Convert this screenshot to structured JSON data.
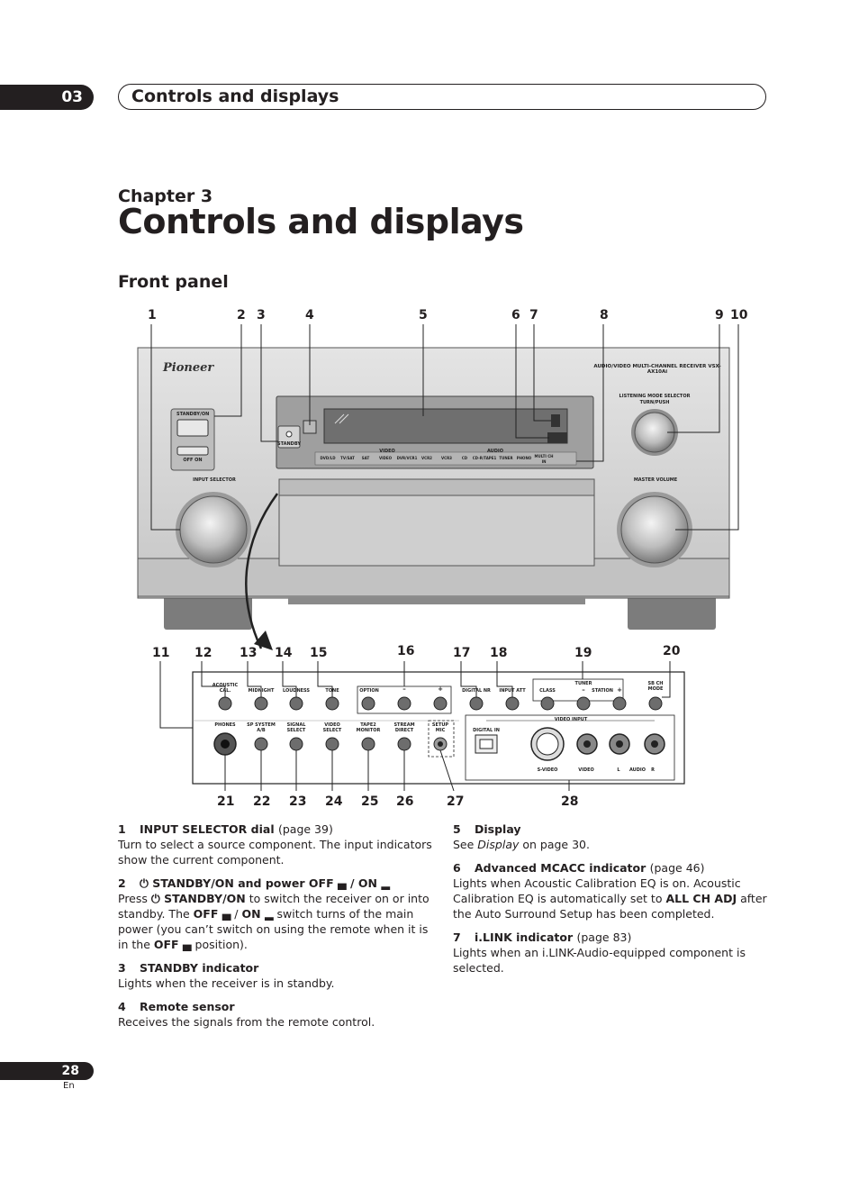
{
  "header": {
    "chapter_number": "03",
    "chapter_title": "Controls and displays"
  },
  "chapter_label": "Chapter 3",
  "page_title": "Controls and displays",
  "section_title": "Front panel",
  "figure": {
    "brand": "Pioneer",
    "model_text": "AUDIO/VIDEO MULTI-CHANNEL RECEIVER VSX-AX10Ai",
    "top_callouts": [
      "1",
      "2",
      "3",
      "4",
      "5",
      "6",
      "7",
      "8",
      "9",
      "10"
    ],
    "mid_callouts": [
      "11",
      "12",
      "13",
      "14",
      "15",
      "16",
      "17",
      "18",
      "19",
      "20"
    ],
    "bottom_callouts": [
      "21",
      "22",
      "23",
      "24",
      "25",
      "26",
      "27",
      "28"
    ],
    "labels": {
      "standby_on": "STANDBY/ON",
      "off_on": "OFF    ON",
      "standby": "STANDBY",
      "input_selector": "INPUT SELECTOR",
      "listening_mode_selector": "LISTENING MODE SELECTOR",
      "turn_push": "TURN/PUSH",
      "master_volume": "MASTER VOLUME",
      "video_group": "VIDEO",
      "audio_group": "AUDIO",
      "input_indicators": [
        "DVD/LD",
        "TV/SAT",
        "SAT",
        "VIDEO",
        "DVR/VCR1",
        "VCR2",
        "VCR3",
        "CD",
        "CD-R/TAPE1",
        "TUNER",
        "PHONO",
        "MULTI CH IN"
      ],
      "acoustic_cal": "ACOUSTIC CAL.",
      "midnight": "MIDNIGHT",
      "loudness": "LOUDNESS",
      "tone": "TONE",
      "option": "OPTION",
      "minus": "–",
      "plus": "+",
      "digital_nr": "DIGITAL NR",
      "input_att": "INPUT ATT",
      "tuner": "TUNER",
      "class": "CLASS",
      "station": "STATION",
      "sbch_mode": "SB CH MODE",
      "phones": "PHONES",
      "sp_system": "SP SYSTEM A/B",
      "signal_select": "SIGNAL SELECT",
      "video_select": "VIDEO SELECT",
      "tape2_monitor": "TAPE2 MONITOR",
      "stream_direct": "STREAM DIRECT",
      "setup_mic": "SETUP MIC",
      "video_input": "VIDEO INPUT",
      "digital_in": "DIGITAL IN",
      "s_video": "S-VIDEO",
      "video": "VIDEO",
      "l": "L",
      "audio": "AUDIO",
      "r": "R"
    }
  },
  "left_items": [
    {
      "num": "1",
      "title": "INPUT SELECTOR dial",
      "ref": "(page 39)",
      "body": "Turn to select a source component. The input indicators show the current component."
    },
    {
      "num": "2",
      "title_parts": [
        "⏻ STANDBY/ON and power OFF ",
        "▄",
        " / ON ",
        "▂"
      ],
      "body_parts": [
        "Press ",
        "⏻ STANDBY/ON",
        " to switch the receiver on or into standby. The ",
        "OFF ▄",
        " / ",
        "ON ▂",
        " switch turns of the main power (you can’t switch on using the remote when it is in the ",
        "OFF ▄",
        " position)."
      ]
    },
    {
      "num": "3",
      "title": "STANDBY indicator",
      "body": "Lights when the receiver is in standby."
    },
    {
      "num": "4",
      "title": "Remote sensor",
      "body": "Receives the signals from the remote control."
    }
  ],
  "right_items": [
    {
      "num": "5",
      "title": "Display",
      "body_parts": [
        "See ",
        "Display",
        " on page 30."
      ]
    },
    {
      "num": "6",
      "title": "Advanced MCACC indicator",
      "ref": "(page 46)",
      "body_parts": [
        "Lights when Acoustic Calibration EQ is on. Acoustic Calibration EQ is automatically set to ",
        "ALL CH ADJ",
        " after the Auto Surround Setup has been completed."
      ]
    },
    {
      "num": "7",
      "title": "i.LINK indicator",
      "ref": "(page 83)",
      "body": "Lights when an i.LINK-Audio-equipped component is selected."
    }
  ],
  "footer": {
    "page_number": "28",
    "language": "En"
  },
  "colors": {
    "ink": "#231f20",
    "panel_silver": "#d6d6d6",
    "panel_dark": "#9a9a9a"
  }
}
